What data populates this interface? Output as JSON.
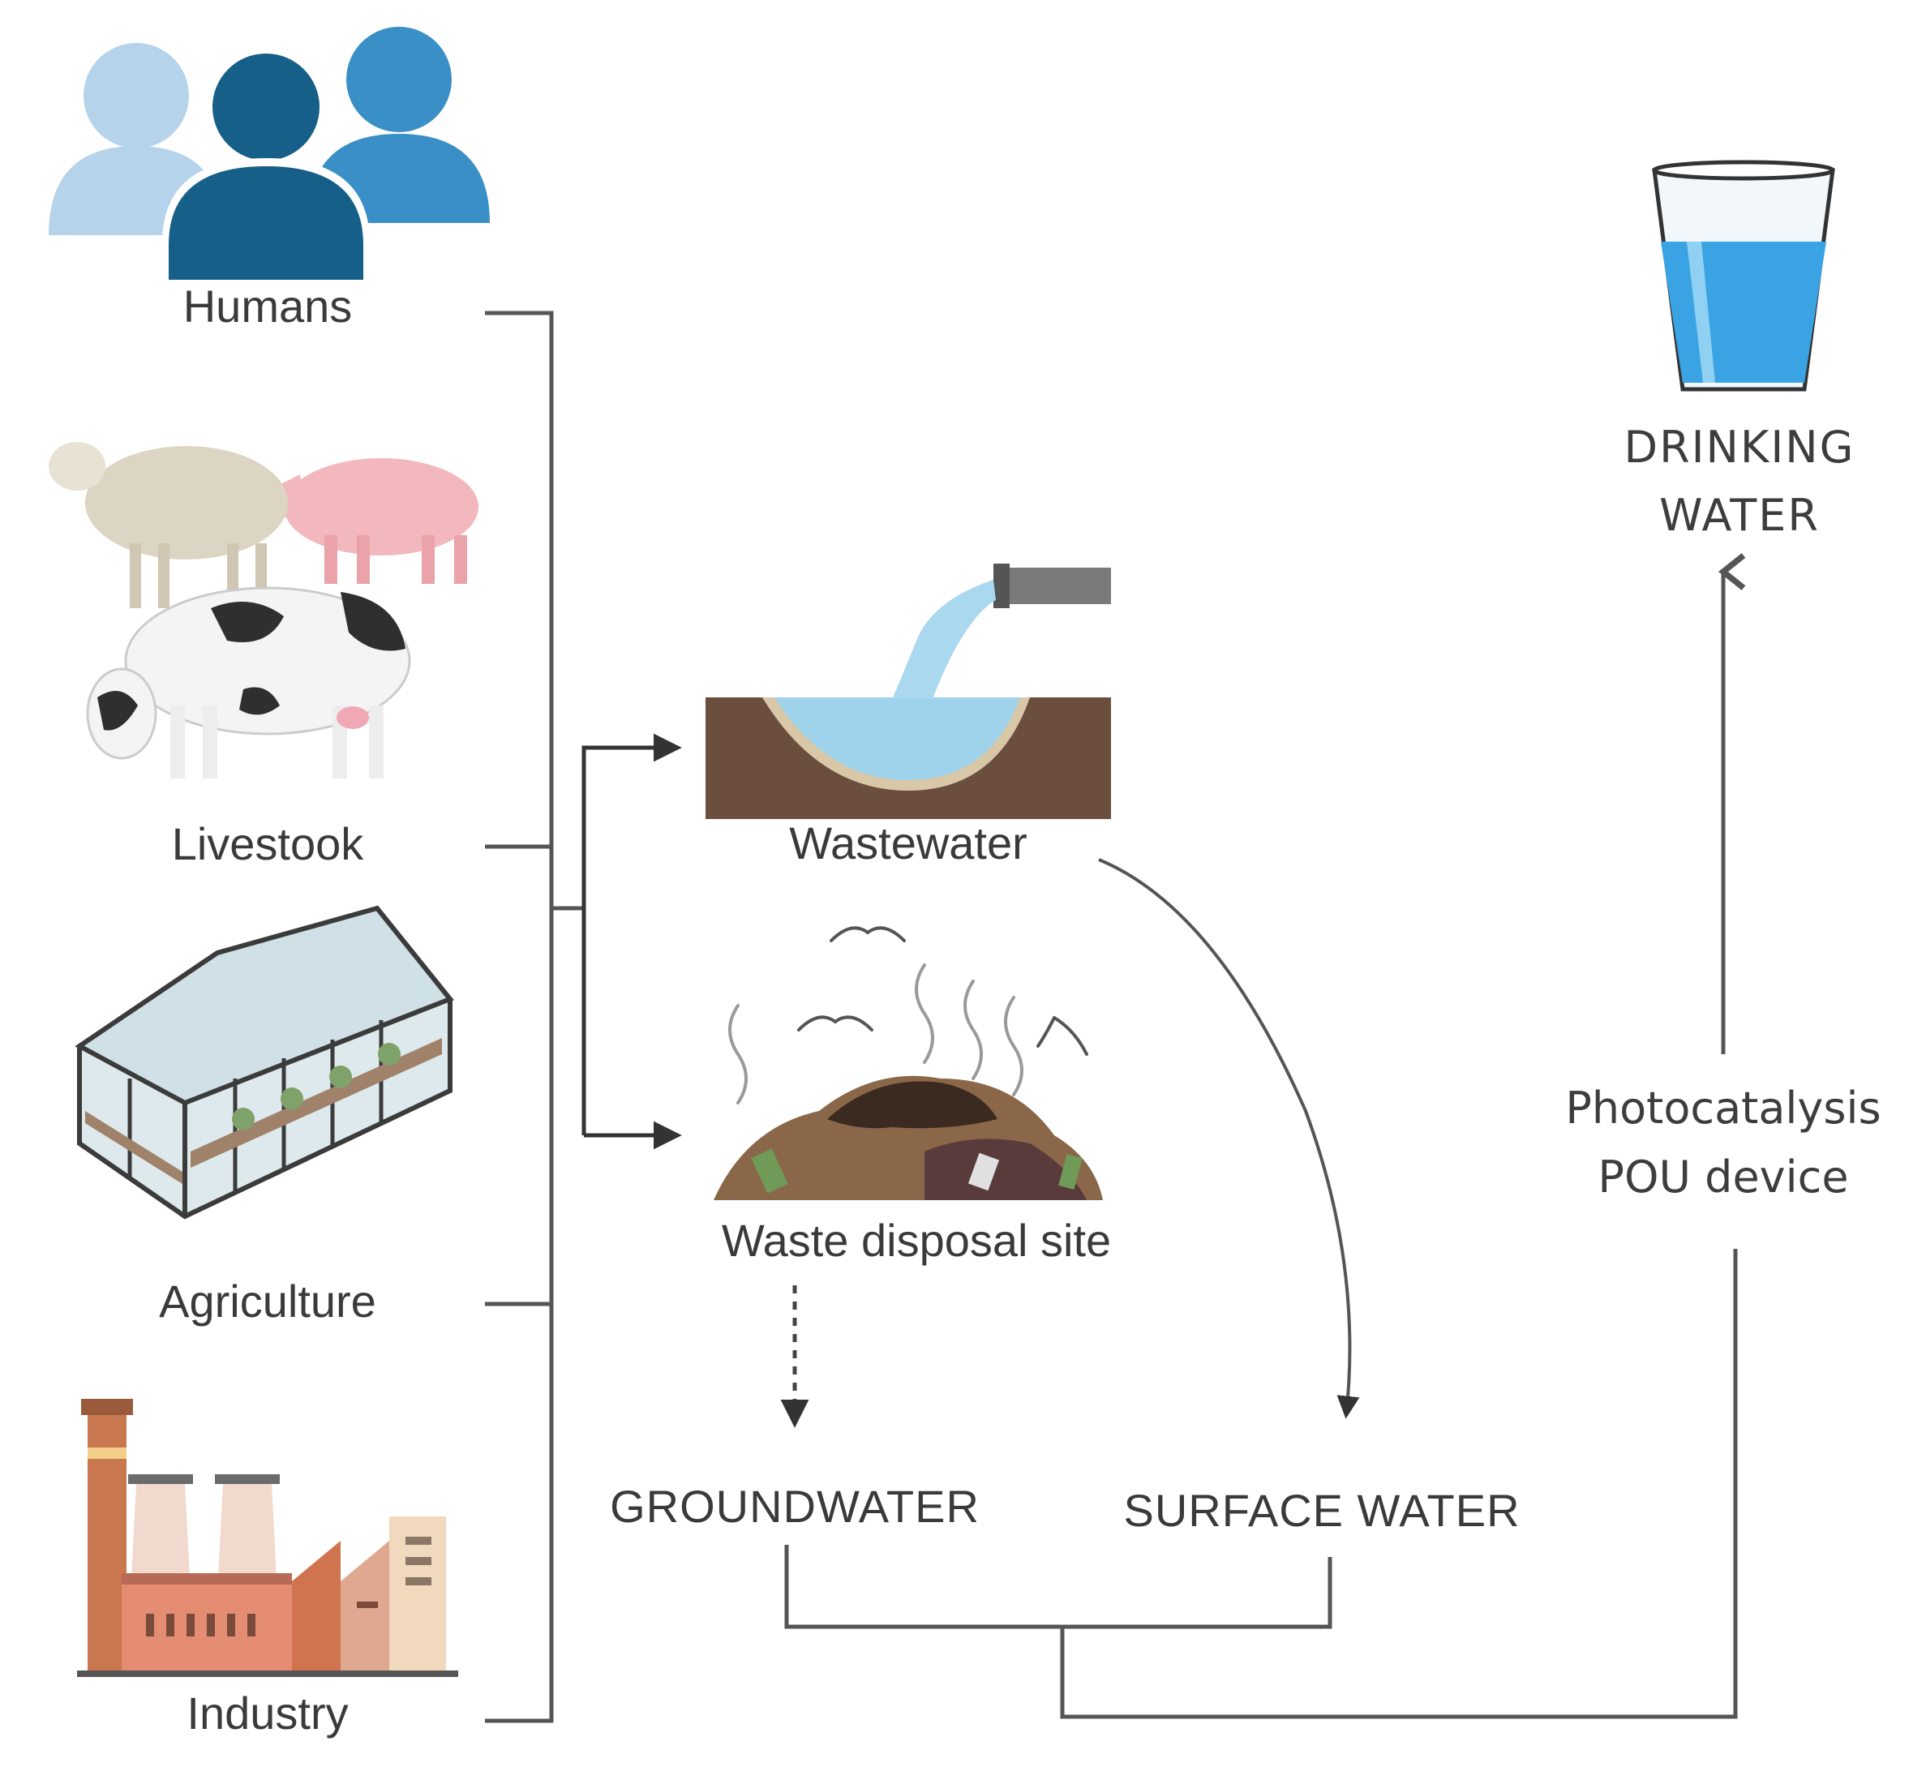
{
  "sources": {
    "humans": "Humans",
    "livestock": "Livestook",
    "agriculture": "Agriculture",
    "industry": "Industry"
  },
  "sinks": {
    "wastewater": "Wastewater",
    "waste_site": "Waste disposal site"
  },
  "water_bodies": {
    "groundwater": "GROUNDWATER",
    "surface_water": "SURFACE WATER"
  },
  "treatment": {
    "line1": "Photocatalysis",
    "line2": "POU device"
  },
  "output": {
    "line1": "DRINKING",
    "line2": "WATER"
  },
  "colors": {
    "connector": "#555555",
    "human_light": "#b5d3ea",
    "human_dark": "#165f88",
    "human_mid": "#3a8fc7",
    "water": "#8cc9ea",
    "soil": "#6b4e3d"
  }
}
